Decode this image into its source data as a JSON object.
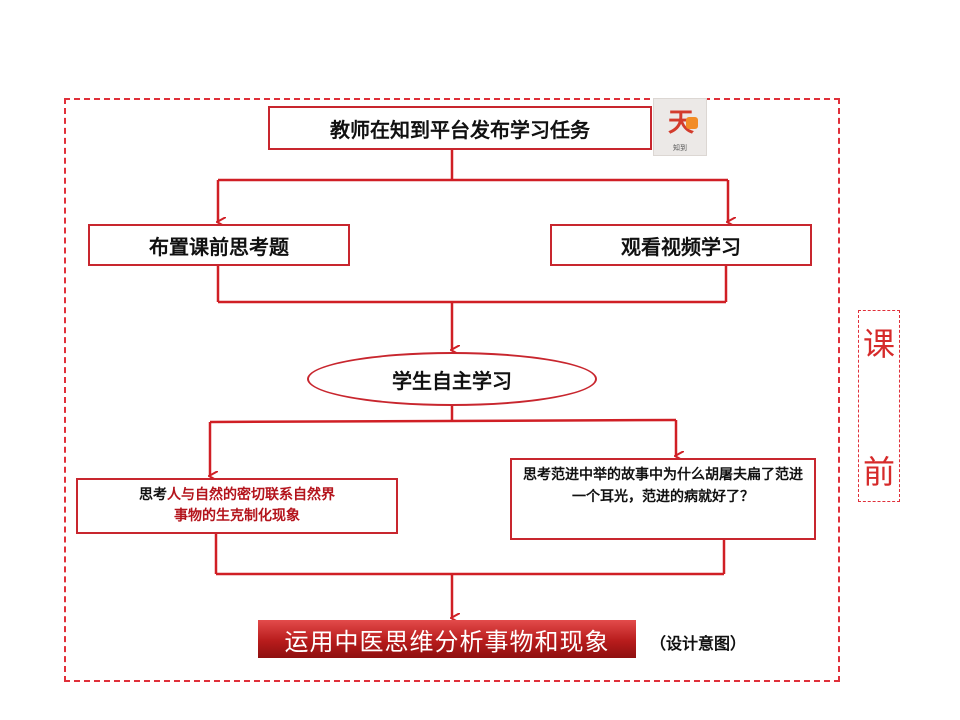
{
  "nodes": {
    "top": "教师在知到平台发布学习任务",
    "left": "布置课前思考题",
    "right": "观看视频学习",
    "center": "学生自主学习",
    "q1": {
      "part1": "思考",
      "part2": "人与自然的密切联系自然界",
      "part3": "事物的生克制化现象"
    },
    "q2": "思考范进中举的故事中为什么胡屠夫扁了范进一个耳光，范进的病就好了？",
    "result": "运用中医思维分析事物和现象"
  },
  "note": "（设计意图）",
  "app_icon": {
    "label": "知到"
  },
  "side_label": {
    "char1": "课",
    "char2": "前"
  },
  "colors": {
    "accent": "#c8262e",
    "banner": "#b81c1c",
    "side": "#d62a2a"
  }
}
